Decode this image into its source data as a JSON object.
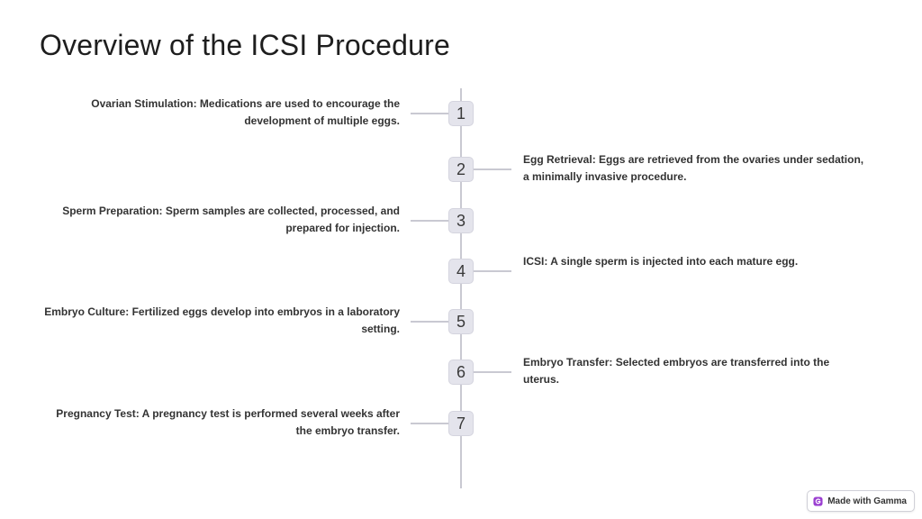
{
  "slide": {
    "title": "Overview of the ICSI Procedure"
  },
  "steps": [
    {
      "number": "1",
      "side": "left",
      "text": "Ovarian Stimulation: Medications are used to encourage the development of multiple eggs."
    },
    {
      "number": "2",
      "side": "right",
      "text": "Egg Retrieval: Eggs are retrieved from the ovaries under sedation, a minimally invasive procedure."
    },
    {
      "number": "3",
      "side": "left",
      "text": "Sperm Preparation: Sperm samples are collected, processed, and prepared for injection."
    },
    {
      "number": "4",
      "side": "right",
      "text": "ICSI: A single sperm is injected into each mature egg."
    },
    {
      "number": "5",
      "side": "left",
      "text": "Embryo Culture: Fertilized eggs develop into embryos in a laboratory setting."
    },
    {
      "number": "6",
      "side": "right",
      "text": "Embryo Transfer: Selected embryos are transferred into the uterus."
    },
    {
      "number": "7",
      "side": "left",
      "text": "Pregnancy Test: A pregnancy test is performed several weeks after the embryo transfer."
    }
  ],
  "footer": {
    "badge_label": "Made with Gamma",
    "badge_icon": "gamma-logo-icon",
    "accent_color": "#9b3fd1"
  }
}
